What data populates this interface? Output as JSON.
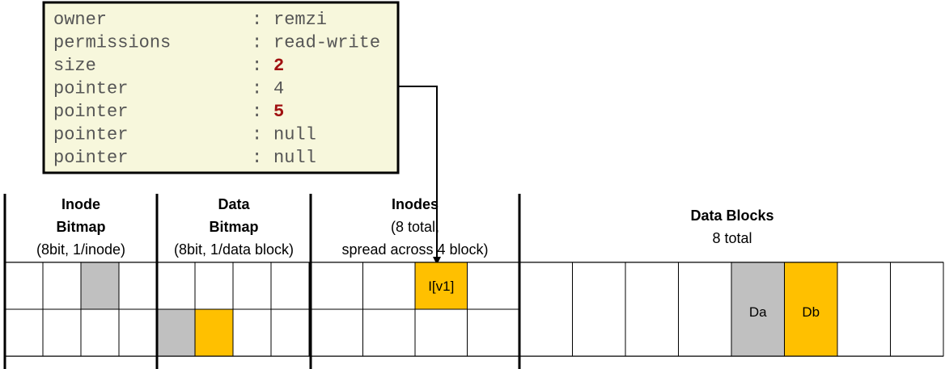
{
  "inode_box": {
    "rows": [
      {
        "key": "owner",
        "sep": ":",
        "value": "remzi",
        "highlight": false
      },
      {
        "key": "permissions",
        "sep": ":",
        "value": "read-write",
        "highlight": false
      },
      {
        "key": "size",
        "sep": ":",
        "value": "2",
        "highlight": true
      },
      {
        "key": "pointer",
        "sep": ":",
        "value": "4",
        "highlight": false
      },
      {
        "key": "pointer",
        "sep": ":",
        "value": "5",
        "highlight": true
      },
      {
        "key": "pointer",
        "sep": ":",
        "value": "null",
        "highlight": false
      },
      {
        "key": "pointer",
        "sep": ":",
        "value": "null",
        "highlight": false
      }
    ],
    "background": "#f7f7dc",
    "highlight_color": "#a01010"
  },
  "sections": {
    "inode_bitmap": {
      "line1": "Inode",
      "line2": "Bitmap",
      "line3": "(8bit, 1/inode)"
    },
    "data_bitmap": {
      "line1": "Data",
      "line2": "Bitmap",
      "line3": "(8bit, 1/data block)"
    },
    "inodes": {
      "line1": "Inodes",
      "line2": "(8 total,",
      "line3": "spread across 4 block)"
    },
    "data_blocks": {
      "line1": "Data Blocks",
      "line2": "8 total"
    }
  },
  "cells": {
    "inode_bitmap": {
      "row1": [
        "",
        "",
        "gray",
        ""
      ],
      "row2": [
        "",
        "",
        "",
        ""
      ]
    },
    "data_bitmap": {
      "row1": [
        "",
        "",
        "",
        ""
      ],
      "row2": [
        "gray",
        "orange",
        "",
        ""
      ]
    },
    "inodes": {
      "row1": [
        "",
        "",
        "orange",
        ""
      ],
      "row2": [
        "",
        "",
        "",
        ""
      ],
      "label": "I[v1]"
    },
    "data_blocks": [
      "",
      "",
      "",
      "",
      "gray",
      "orange",
      "",
      ""
    ],
    "data_block_labels": {
      "gray": "Da",
      "orange": "Db"
    }
  },
  "colors": {
    "gray": "#c0c0c0",
    "orange": "#ffc000",
    "line": "#000000"
  }
}
